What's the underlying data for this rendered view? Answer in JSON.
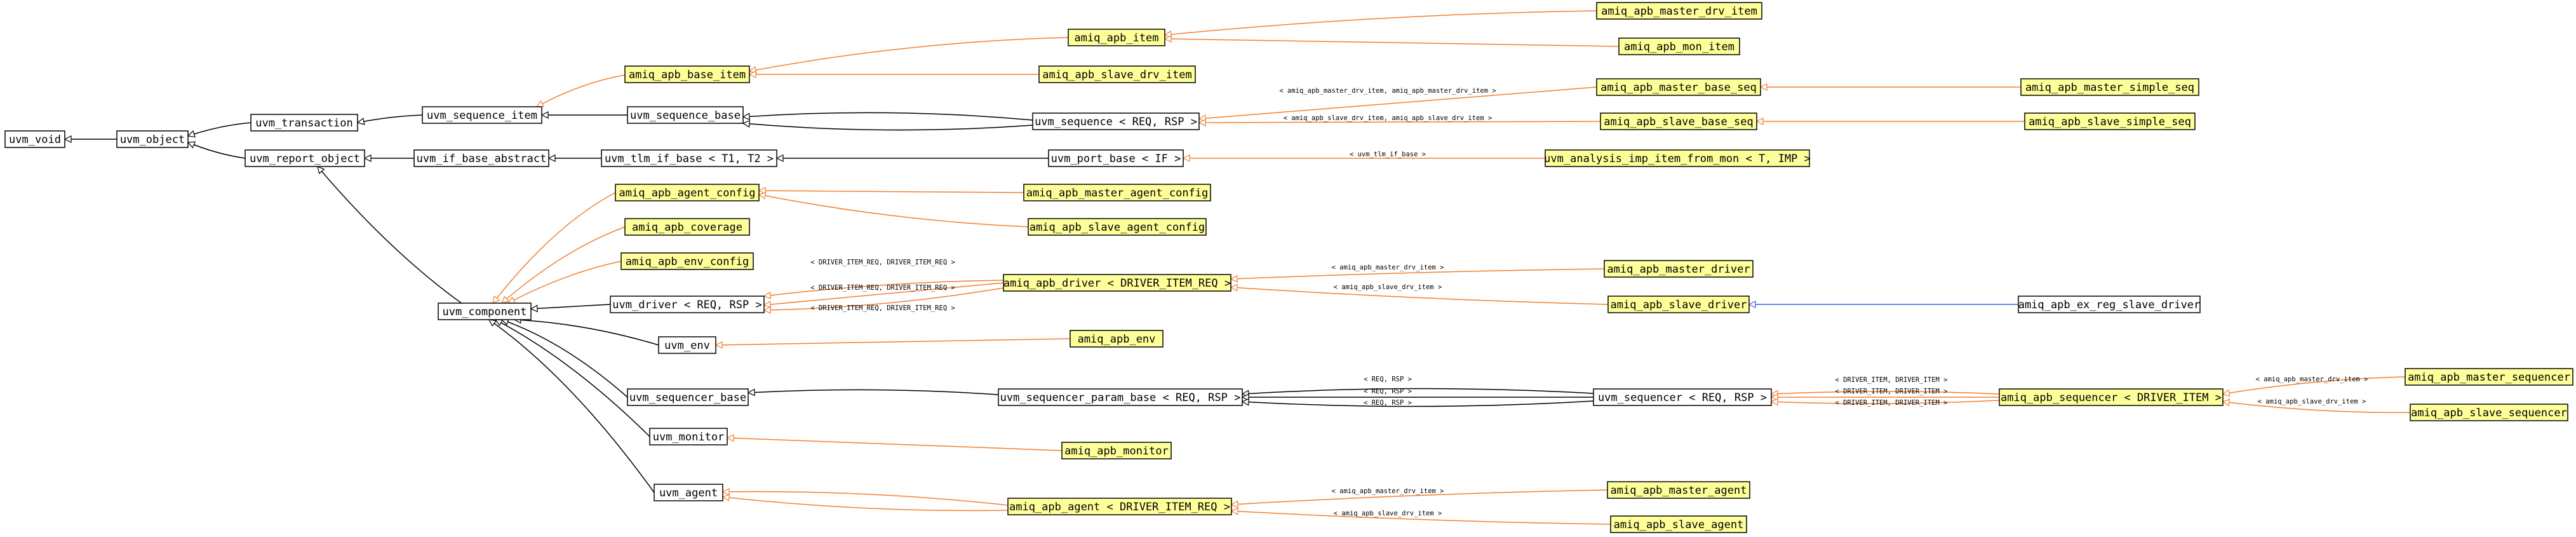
{
  "diagram": {
    "colors": {
      "highlight_fill": "#ffff99",
      "plain_fill": "#ffffff",
      "inheritance_edge": "#000000",
      "template_edge": "#f08030",
      "usage_edge": "#4060e0"
    },
    "nodes": [
      {
        "id": "uvm_void",
        "label": "uvm_void",
        "highlight": false
      },
      {
        "id": "uvm_object",
        "label": "uvm_object",
        "highlight": false
      },
      {
        "id": "uvm_transaction",
        "label": "uvm_transaction",
        "highlight": false
      },
      {
        "id": "uvm_report_object",
        "label": "uvm_report_object",
        "highlight": false
      },
      {
        "id": "uvm_sequence_item",
        "label": "uvm_sequence_item",
        "highlight": false
      },
      {
        "id": "uvm_if_base_abstract",
        "label": "uvm_if_base_abstract",
        "highlight": false
      },
      {
        "id": "uvm_sequence_base",
        "label": "uvm_sequence_base",
        "highlight": false
      },
      {
        "id": "uvm_tlm_if_base",
        "label": "uvm_tlm_if_base < T1, T2 >",
        "highlight": false
      },
      {
        "id": "amiq_apb_item",
        "label": "amiq_apb_item",
        "highlight": true
      },
      {
        "id": "amiq_apb_base_item",
        "label": "amiq_apb_base_item",
        "highlight": true
      },
      {
        "id": "amiq_apb_master_drv_item",
        "label": "amiq_apb_master_drv_item",
        "highlight": true
      },
      {
        "id": "amiq_apb_mon_item",
        "label": "amiq_apb_mon_item",
        "highlight": true
      },
      {
        "id": "amiq_apb_slave_drv_item",
        "label": "amiq_apb_slave_drv_item",
        "highlight": true
      },
      {
        "id": "uvm_sequence",
        "label": "uvm_sequence < REQ, RSP >",
        "highlight": false
      },
      {
        "id": "amiq_apb_master_base_seq",
        "label": "amiq_apb_master_base_seq",
        "highlight": true
      },
      {
        "id": "amiq_apb_slave_base_seq",
        "label": "amiq_apb_slave_base_seq",
        "highlight": true
      },
      {
        "id": "amiq_apb_master_simple_seq",
        "label": "amiq_apb_master_simple_seq",
        "highlight": true
      },
      {
        "id": "amiq_apb_slave_simple_seq",
        "label": "amiq_apb_slave_simple_seq",
        "highlight": true
      },
      {
        "id": "uvm_port_base",
        "label": "uvm_port_base < IF >",
        "highlight": false
      },
      {
        "id": "uvm_analysis_imp",
        "label": "uvm_analysis_imp_item_from_mon < T, IMP >",
        "highlight": true
      },
      {
        "id": "amiq_apb_agent_config",
        "label": "amiq_apb_agent_config",
        "highlight": true
      },
      {
        "id": "amiq_apb_master_agent_config",
        "label": "amiq_apb_master_agent_config",
        "highlight": true
      },
      {
        "id": "amiq_apb_slave_agent_config",
        "label": "amiq_apb_slave_agent_config",
        "highlight": true
      },
      {
        "id": "amiq_apb_coverage",
        "label": "amiq_apb_coverage",
        "highlight": true
      },
      {
        "id": "amiq_apb_env_config",
        "label": "amiq_apb_env_config",
        "highlight": true
      },
      {
        "id": "uvm_component",
        "label": "uvm_component",
        "highlight": false
      },
      {
        "id": "uvm_driver",
        "label": "uvm_driver < REQ, RSP >",
        "highlight": false
      },
      {
        "id": "amiq_apb_driver",
        "label": "amiq_apb_driver < DRIVER_ITEM_REQ >",
        "highlight": true
      },
      {
        "id": "amiq_apb_master_driver",
        "label": "amiq_apb_master_driver",
        "highlight": true
      },
      {
        "id": "amiq_apb_slave_driver",
        "label": "amiq_apb_slave_driver",
        "highlight": true
      },
      {
        "id": "amiq_apb_ex_reg_slave_driver",
        "label": "amiq_apb_ex_reg_slave_driver",
        "highlight": false
      },
      {
        "id": "uvm_env",
        "label": "uvm_env",
        "highlight": false
      },
      {
        "id": "amiq_apb_env",
        "label": "amiq_apb_env",
        "highlight": true
      },
      {
        "id": "uvm_sequencer_base",
        "label": "uvm_sequencer_base",
        "highlight": false
      },
      {
        "id": "uvm_sequencer_param_base",
        "label": "uvm_sequencer_param_base < REQ, RSP >",
        "highlight": false
      },
      {
        "id": "uvm_sequencer",
        "label": "uvm_sequencer < REQ, RSP >",
        "highlight": false
      },
      {
        "id": "amiq_apb_sequencer",
        "label": "amiq_apb_sequencer < DRIVER_ITEM >",
        "highlight": true
      },
      {
        "id": "amiq_apb_master_sequencer",
        "label": "amiq_apb_master_sequencer",
        "highlight": true
      },
      {
        "id": "amiq_apb_slave_sequencer",
        "label": "amiq_apb_slave_sequencer",
        "highlight": true
      },
      {
        "id": "uvm_monitor",
        "label": "uvm_monitor",
        "highlight": false
      },
      {
        "id": "amiq_apb_monitor",
        "label": "amiq_apb_monitor",
        "highlight": true
      },
      {
        "id": "uvm_agent",
        "label": "uvm_agent",
        "highlight": false
      },
      {
        "id": "amiq_apb_agent",
        "label": "amiq_apb_agent < DRIVER_ITEM_REQ >",
        "highlight": true
      },
      {
        "id": "amiq_apb_master_agent",
        "label": "amiq_apb_master_agent",
        "highlight": true
      },
      {
        "id": "amiq_apb_slave_agent",
        "label": "amiq_apb_slave_agent",
        "highlight": true
      }
    ],
    "edges": [
      {
        "from": "uvm_object",
        "to": "uvm_void",
        "kind": "inherit",
        "label": ""
      },
      {
        "from": "uvm_transaction",
        "to": "uvm_object",
        "kind": "inherit",
        "label": ""
      },
      {
        "from": "uvm_report_object",
        "to": "uvm_object",
        "kind": "inherit",
        "label": ""
      },
      {
        "from": "uvm_sequence_item",
        "to": "uvm_transaction",
        "kind": "inherit",
        "label": ""
      },
      {
        "from": "uvm_if_base_abstract",
        "to": "uvm_report_object",
        "kind": "inherit",
        "label": ""
      },
      {
        "from": "uvm_component",
        "to": "uvm_report_object",
        "kind": "inherit",
        "label": ""
      },
      {
        "from": "uvm_sequence_base",
        "to": "uvm_sequence_item",
        "kind": "inherit",
        "label": ""
      },
      {
        "from": "amiq_apb_base_item",
        "to": "uvm_sequence_item",
        "kind": "template",
        "label": ""
      },
      {
        "from": "uvm_tlm_if_base",
        "to": "uvm_if_base_abstract",
        "kind": "inherit",
        "label": ""
      },
      {
        "from": "amiq_apb_item",
        "to": "amiq_apb_base_item",
        "kind": "template",
        "label": ""
      },
      {
        "from": "amiq_apb_slave_drv_item",
        "to": "amiq_apb_base_item",
        "kind": "template",
        "label": ""
      },
      {
        "from": "amiq_apb_master_drv_item",
        "to": "amiq_apb_item",
        "kind": "template",
        "label": ""
      },
      {
        "from": "amiq_apb_mon_item",
        "to": "amiq_apb_item",
        "kind": "template",
        "label": ""
      },
      {
        "from": "uvm_sequence",
        "to": "uvm_sequence_base",
        "kind": "inherit",
        "label": ""
      },
      {
        "from": "uvm_sequence",
        "to": "uvm_sequence_base",
        "kind": "inherit",
        "label": ""
      },
      {
        "from": "amiq_apb_master_base_seq",
        "to": "uvm_sequence",
        "kind": "template",
        "label": "< amiq_apb_master_drv_item, amiq_apb_master_drv_item >"
      },
      {
        "from": "amiq_apb_slave_base_seq",
        "to": "uvm_sequence",
        "kind": "template",
        "label": "< amiq_apb_slave_drv_item, amiq_apb_slave_drv_item >"
      },
      {
        "from": "amiq_apb_master_simple_seq",
        "to": "amiq_apb_master_base_seq",
        "kind": "template",
        "label": ""
      },
      {
        "from": "amiq_apb_slave_simple_seq",
        "to": "amiq_apb_slave_base_seq",
        "kind": "template",
        "label": ""
      },
      {
        "from": "uvm_port_base",
        "to": "uvm_tlm_if_base",
        "kind": "inherit",
        "label": ""
      },
      {
        "from": "uvm_analysis_imp",
        "to": "uvm_port_base",
        "kind": "template",
        "label": "< uvm_tlm_if_base >"
      },
      {
        "from": "amiq_apb_agent_config",
        "to": "uvm_component",
        "kind": "template",
        "label": ""
      },
      {
        "from": "amiq_apb_coverage",
        "to": "uvm_component",
        "kind": "template",
        "label": ""
      },
      {
        "from": "amiq_apb_env_config",
        "to": "uvm_component",
        "kind": "template",
        "label": ""
      },
      {
        "from": "amiq_apb_master_agent_config",
        "to": "amiq_apb_agent_config",
        "kind": "template",
        "label": ""
      },
      {
        "from": "amiq_apb_slave_agent_config",
        "to": "amiq_apb_agent_config",
        "kind": "template",
        "label": ""
      },
      {
        "from": "uvm_driver",
        "to": "uvm_component",
        "kind": "inherit",
        "label": ""
      },
      {
        "from": "amiq_apb_driver",
        "to": "uvm_driver",
        "kind": "template",
        "label": "< DRIVER_ITEM_REQ, DRIVER_ITEM_REQ >"
      },
      {
        "from": "amiq_apb_driver",
        "to": "uvm_driver",
        "kind": "template",
        "label": "< DRIVER_ITEM_REQ, DRIVER_ITEM_REQ >"
      },
      {
        "from": "amiq_apb_driver",
        "to": "uvm_driver",
        "kind": "template",
        "label": "< DRIVER_ITEM_REQ, DRIVER_ITEM_REQ >"
      },
      {
        "from": "amiq_apb_master_driver",
        "to": "amiq_apb_driver",
        "kind": "template",
        "label": "< amiq_apb_master_drv_item >"
      },
      {
        "from": "amiq_apb_slave_driver",
        "to": "amiq_apb_driver",
        "kind": "template",
        "label": "< amiq_apb_slave_drv_item >"
      },
      {
        "from": "amiq_apb_ex_reg_slave_driver",
        "to": "amiq_apb_slave_driver",
        "kind": "usage",
        "label": ""
      },
      {
        "from": "uvm_env",
        "to": "uvm_component",
        "kind": "inherit",
        "label": ""
      },
      {
        "from": "amiq_apb_env",
        "to": "uvm_env",
        "kind": "template",
        "label": ""
      },
      {
        "from": "uvm_sequencer_base",
        "to": "uvm_component",
        "kind": "inherit",
        "label": ""
      },
      {
        "from": "uvm_sequencer_param_base",
        "to": "uvm_sequencer_base",
        "kind": "inherit",
        "label": ""
      },
      {
        "from": "uvm_sequencer",
        "to": "uvm_sequencer_param_base",
        "kind": "inherit",
        "label": "< REQ, RSP >"
      },
      {
        "from": "uvm_sequencer",
        "to": "uvm_sequencer_param_base",
        "kind": "inherit",
        "label": "< REQ, RSP >"
      },
      {
        "from": "uvm_sequencer",
        "to": "uvm_sequencer_param_base",
        "kind": "inherit",
        "label": "< REQ, RSP >"
      },
      {
        "from": "amiq_apb_sequencer",
        "to": "uvm_sequencer",
        "kind": "template",
        "label": "< DRIVER_ITEM, DRIVER_ITEM >"
      },
      {
        "from": "amiq_apb_sequencer",
        "to": "uvm_sequencer",
        "kind": "template",
        "label": "< DRIVER_ITEM, DRIVER_ITEM >"
      },
      {
        "from": "amiq_apb_sequencer",
        "to": "uvm_sequencer",
        "kind": "template",
        "label": "< DRIVER_ITEM, DRIVER_ITEM >"
      },
      {
        "from": "amiq_apb_master_sequencer",
        "to": "amiq_apb_sequencer",
        "kind": "template",
        "label": "< amiq_apb_master_drv_item >"
      },
      {
        "from": "amiq_apb_slave_sequencer",
        "to": "amiq_apb_sequencer",
        "kind": "template",
        "label": "< amiq_apb_slave_drv_item >"
      },
      {
        "from": "uvm_monitor",
        "to": "uvm_component",
        "kind": "inherit",
        "label": ""
      },
      {
        "from": "amiq_apb_monitor",
        "to": "uvm_monitor",
        "kind": "template",
        "label": ""
      },
      {
        "from": "uvm_agent",
        "to": "uvm_component",
        "kind": "inherit",
        "label": ""
      },
      {
        "from": "amiq_apb_agent",
        "to": "uvm_agent",
        "kind": "template",
        "label": ""
      },
      {
        "from": "amiq_apb_agent",
        "to": "uvm_agent",
        "kind": "template",
        "label": ""
      },
      {
        "from": "amiq_apb_master_agent",
        "to": "amiq_apb_agent",
        "kind": "template",
        "label": "< amiq_apb_master_drv_item >"
      },
      {
        "from": "amiq_apb_slave_agent",
        "to": "amiq_apb_agent",
        "kind": "template",
        "label": "< amiq_apb_slave_drv_item >"
      }
    ]
  }
}
